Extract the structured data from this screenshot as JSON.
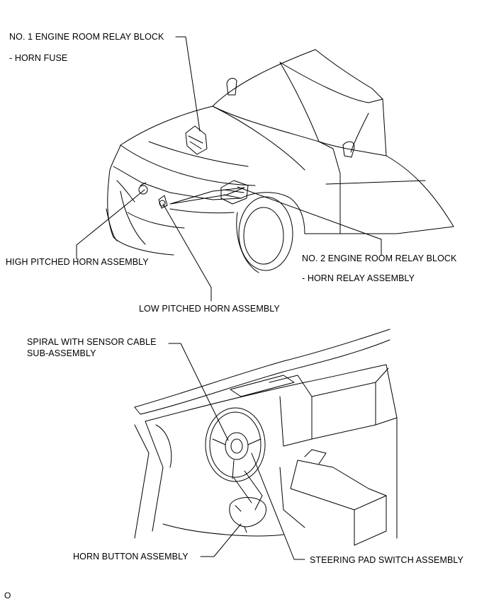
{
  "labels": {
    "relay_block_1": "NO. 1 ENGINE ROOM RELAY BLOCK",
    "horn_fuse": "- HORN FUSE",
    "high_horn": "HIGH PITCHED HORN ASSEMBLY",
    "relay_block_2": "NO. 2 ENGINE ROOM RELAY BLOCK",
    "horn_relay": "- HORN RELAY ASSEMBLY",
    "low_horn": "LOW PITCHED HORN ASSEMBLY",
    "spiral_cable_line1": "SPIRAL WITH SENSOR CABLE",
    "spiral_cable_line2": "SUB-ASSEMBLY",
    "horn_button": "HORN BUTTON ASSEMBLY",
    "steering_pad_switch": "STEERING PAD SWITCH ASSEMBLY"
  },
  "figure_code": "O"
}
